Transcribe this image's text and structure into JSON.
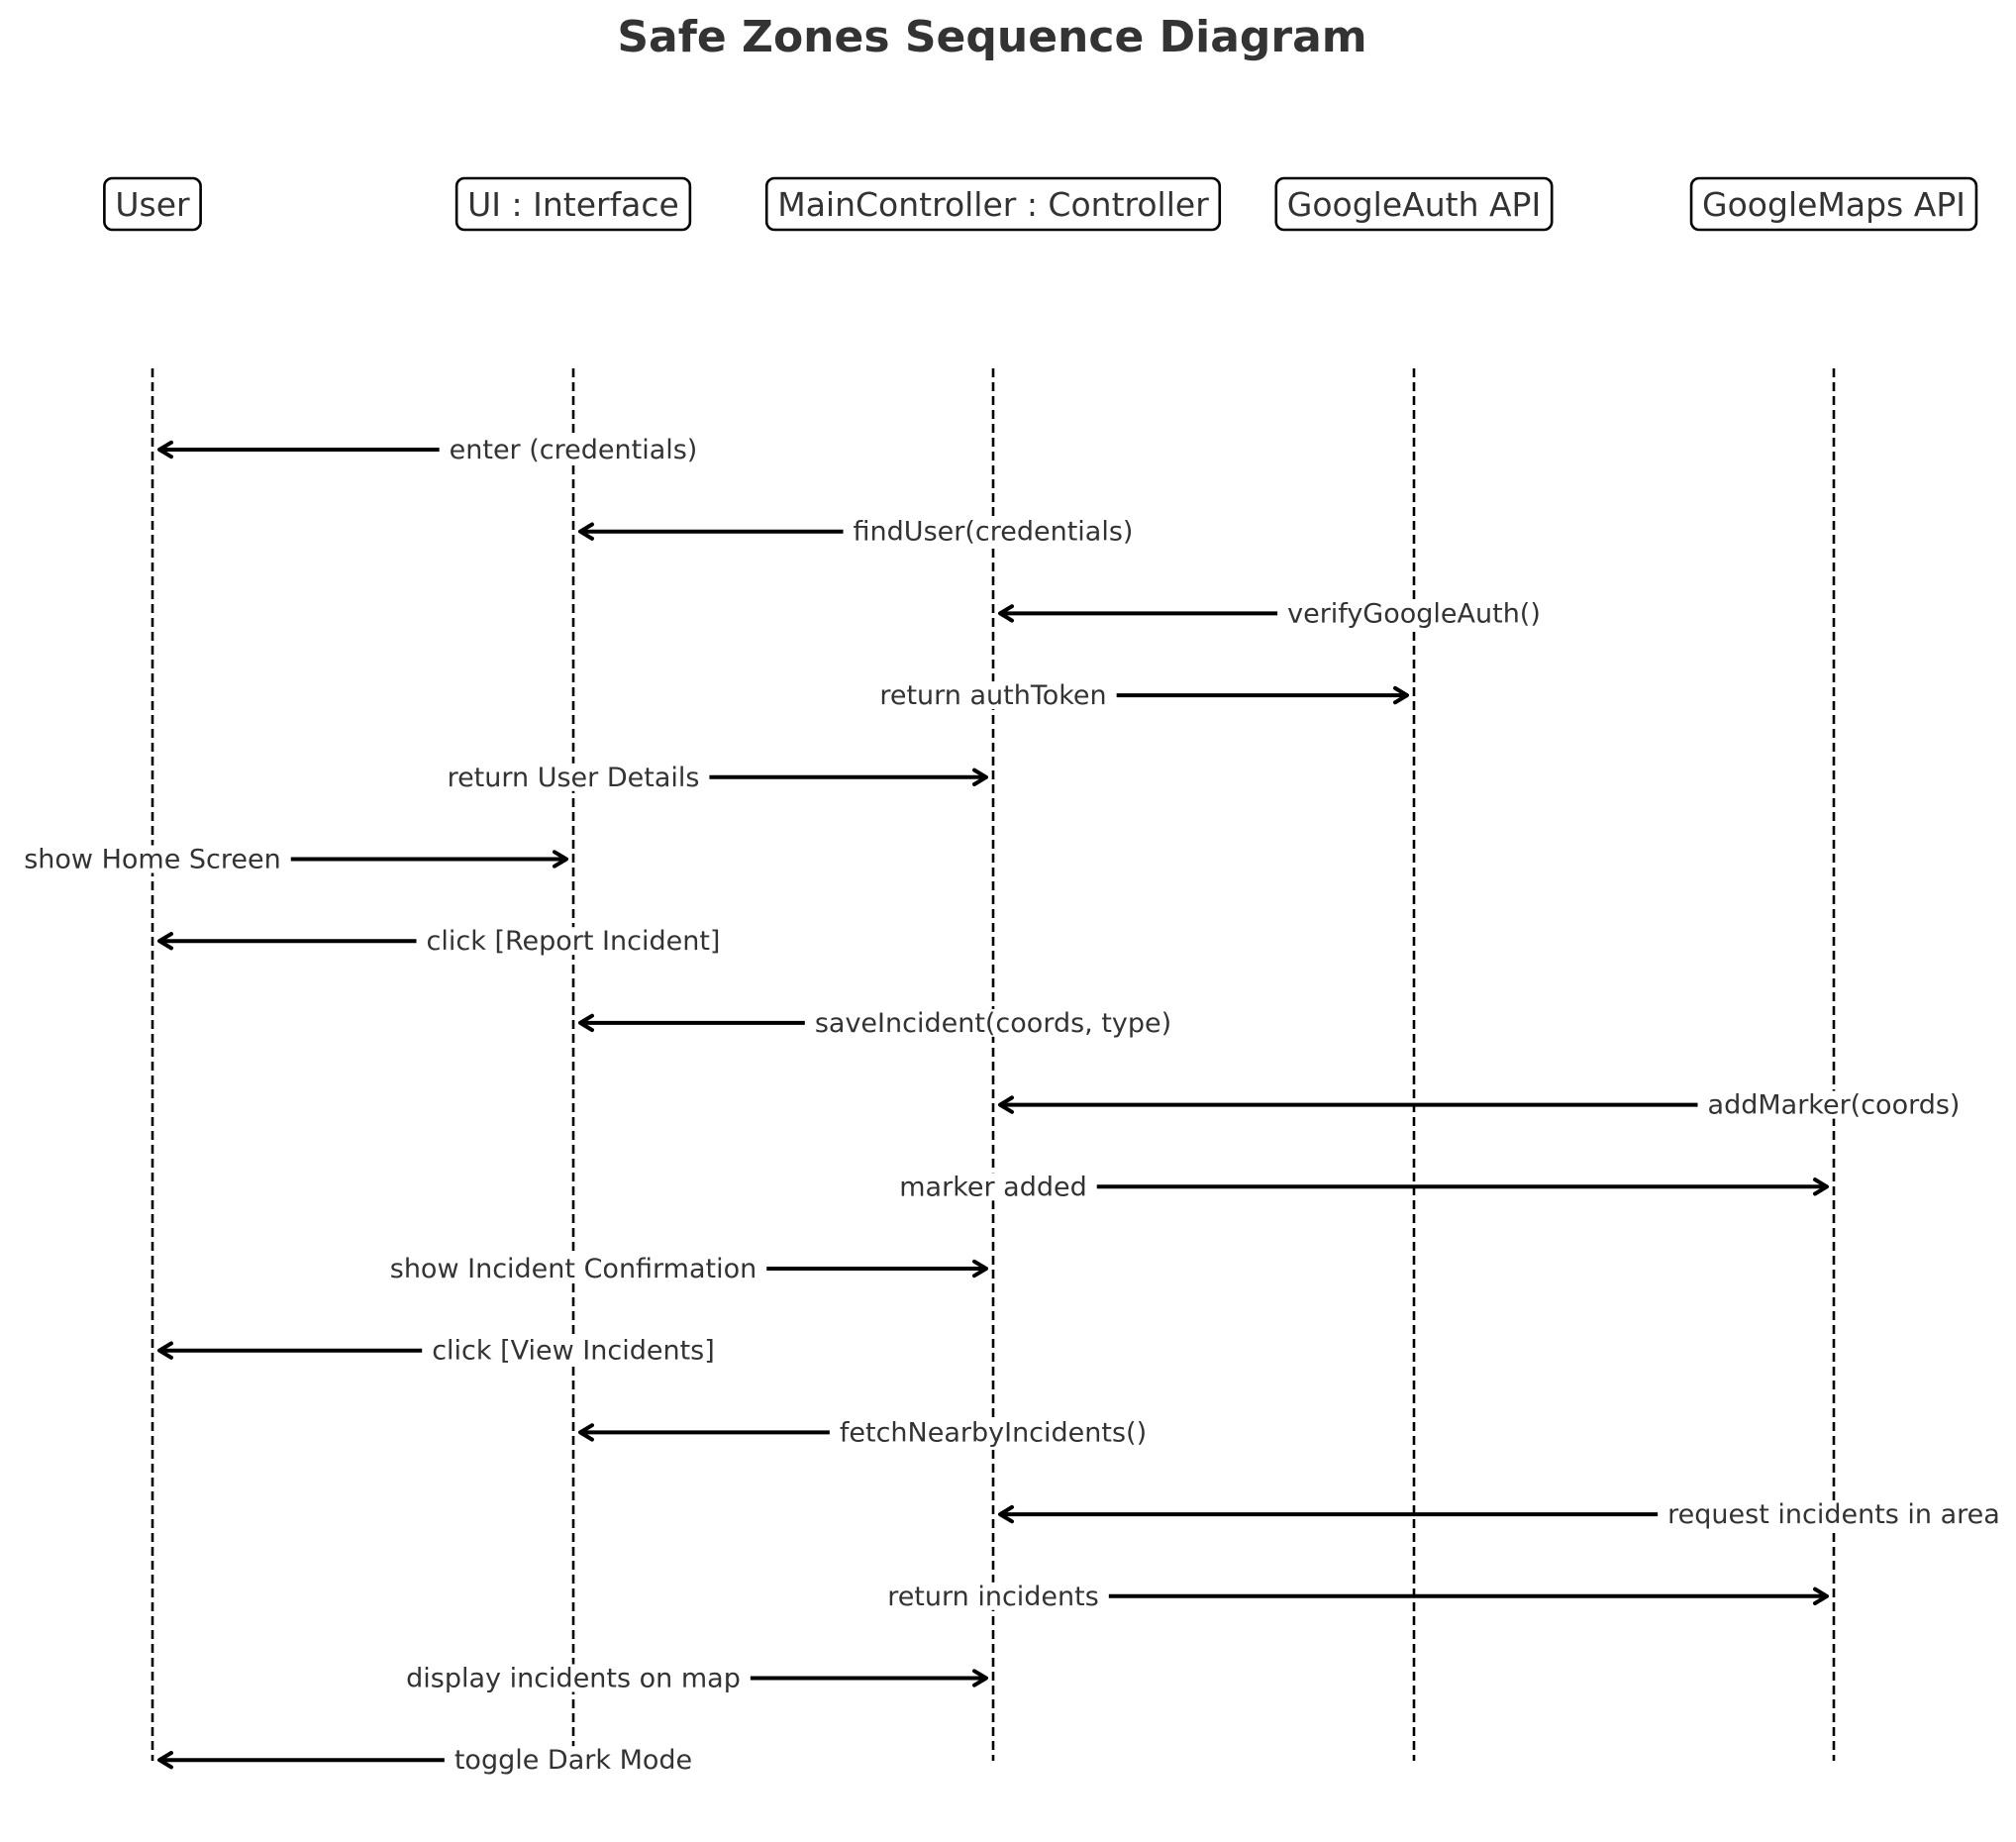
{
  "diagram": {
    "title": "Safe Zones Sequence Diagram",
    "participants": [
      {
        "id": "user",
        "label": "User"
      },
      {
        "id": "ui",
        "label": "UI : Interface"
      },
      {
        "id": "controller",
        "label": "MainController : Controller"
      },
      {
        "id": "auth",
        "label": "GoogleAuth API"
      },
      {
        "id": "maps",
        "label": "GoogleMaps API"
      }
    ],
    "messages": [
      {
        "label": "enter (credentials)",
        "from": "ui",
        "to": "user",
        "direction": "left"
      },
      {
        "label": "findUser(credentials)",
        "from": "controller",
        "to": "ui",
        "direction": "left"
      },
      {
        "label": "verifyGoogleAuth()",
        "from": "auth",
        "to": "controller",
        "direction": "left"
      },
      {
        "label": "return authToken",
        "from": "controller",
        "to": "auth",
        "direction": "right"
      },
      {
        "label": "return User Details",
        "from": "ui",
        "to": "controller",
        "direction": "right"
      },
      {
        "label": "show Home Screen",
        "from": "user",
        "to": "ui",
        "direction": "right"
      },
      {
        "label": "click [Report Incident]",
        "from": "ui",
        "to": "user",
        "direction": "left"
      },
      {
        "label": "saveIncident(coords, type)",
        "from": "controller",
        "to": "ui",
        "direction": "left"
      },
      {
        "label": "addMarker(coords)",
        "from": "maps",
        "to": "controller",
        "direction": "left"
      },
      {
        "label": "marker added",
        "from": "controller",
        "to": "maps",
        "direction": "right"
      },
      {
        "label": "show Incident Confirmation",
        "from": "ui",
        "to": "controller",
        "direction": "right"
      },
      {
        "label": "click [View Incidents]",
        "from": "ui",
        "to": "user",
        "direction": "left"
      },
      {
        "label": "fetchNearbyIncidents()",
        "from": "controller",
        "to": "ui",
        "direction": "left"
      },
      {
        "label": "request incidents in area",
        "from": "maps",
        "to": "controller",
        "direction": "left"
      },
      {
        "label": "return incidents",
        "from": "controller",
        "to": "maps",
        "direction": "right"
      },
      {
        "label": "display incidents on map",
        "from": "ui",
        "to": "controller",
        "direction": "right"
      },
      {
        "label": "toggle Dark Mode",
        "from": "ui",
        "to": "user",
        "direction": "left"
      }
    ]
  }
}
